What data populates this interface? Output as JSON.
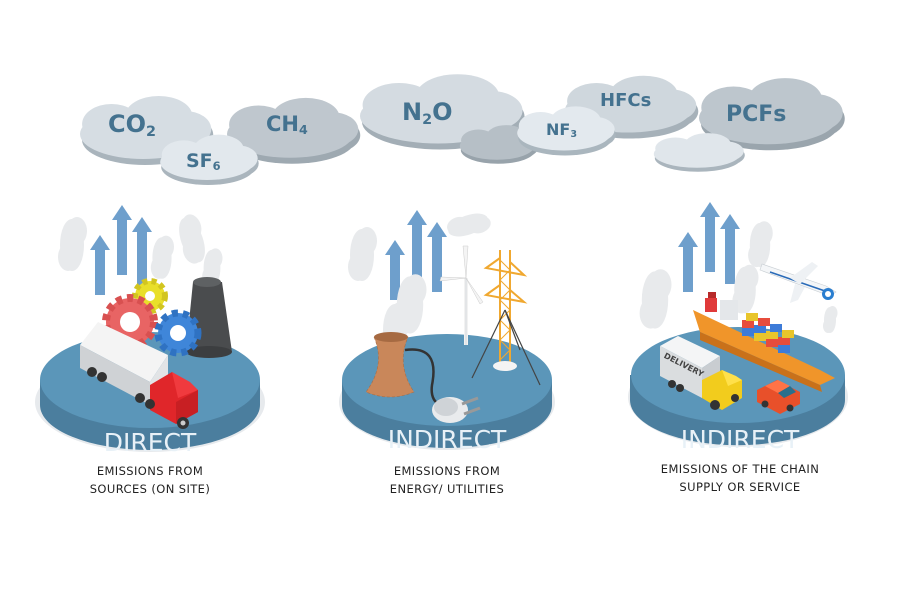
{
  "title": "Greenhouse gas emissions scopes",
  "gases": [
    {
      "name": "CO",
      "sub": "2"
    },
    {
      "name": "SF",
      "sub": "6"
    },
    {
      "name": "CH",
      "sub": "4"
    },
    {
      "name": "N",
      "sub": "2",
      "suffix": "O"
    },
    {
      "name": "NF",
      "sub": "3"
    },
    {
      "name": "HFCs",
      "sub": ""
    },
    {
      "name": "PCFs",
      "sub": ""
    }
  ],
  "scopes": [
    {
      "label": "DIRECT",
      "caption_line1": "EMISSIONS FROM",
      "caption_line2": "SOURCES (ON SITE)",
      "illustration": "truck-gears-smokestack"
    },
    {
      "label": "INDIRECT",
      "caption_line1": "EMISSIONS FROM",
      "caption_line2": "ENERGY/ UTILITIES",
      "illustration": "cooling-tower-plug-wind-turbine-pylon"
    },
    {
      "label": "INDIRECT",
      "caption_line1": "EMISSIONS OF THE CHAIN",
      "caption_line2": "SUPPLY OR SERVICE",
      "illustration": "cargo-ship-delivery-truck-car-airplane"
    }
  ],
  "delivery_text": "DELIVERY",
  "colors": {
    "disc_top": "#5b95b8",
    "disc_side": "#4a7d9c",
    "disc_rim": "#e6e9ec",
    "arrow": "#6a9ac7",
    "cloud_light": "#d8dfe5",
    "cloud_dark": "#b9c2c9",
    "gas_text": "#44728f"
  }
}
